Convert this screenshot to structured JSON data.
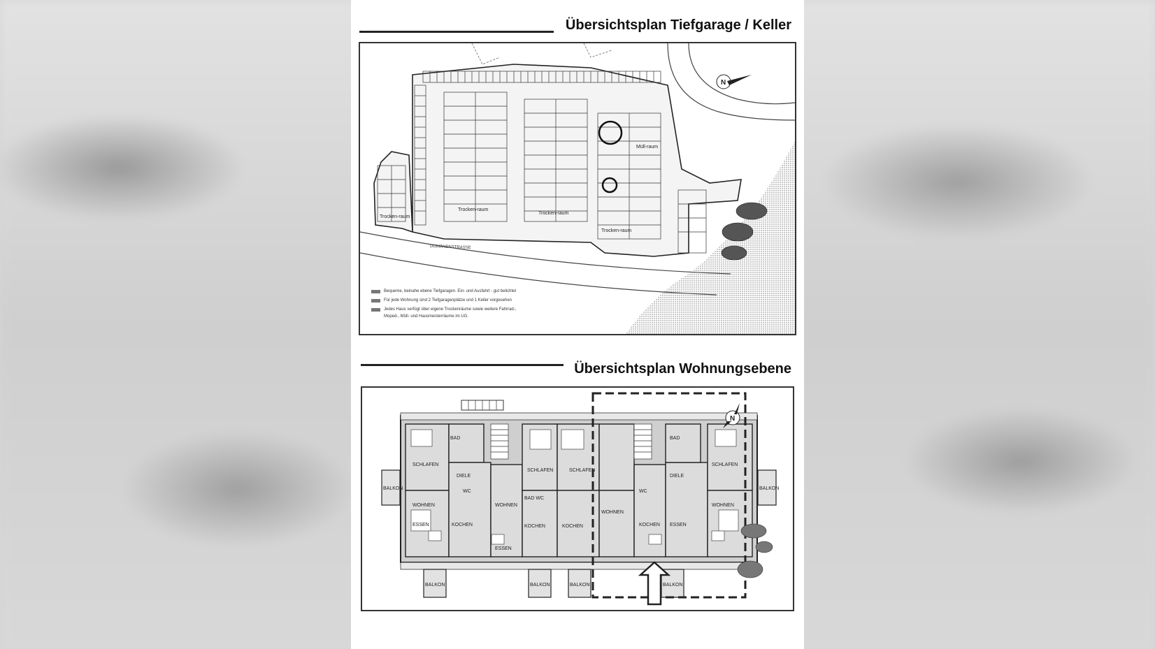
{
  "top_section": {
    "title": "Übersichtsplan Tiefgarage / Keller",
    "street": "DOMÄNENSTRASSE",
    "compass": "N",
    "labels": {
      "trocken_1": "Trocken-raum",
      "trocken_2": "Trocken-raum",
      "trocken_3": "Trocken-raum",
      "trocken_4": "Trocken-raum",
      "muell": "Müll-raum"
    },
    "legend": [
      "Bequeme, beinahe ebene Tiefgaragen. Ein- und Ausfahrt - gut belichtet",
      "Für jede Wohnung sind 2 Tiefgaragenplätze und 1 Keller vorgesehen",
      "Jedes Haus verfügt über eigene Trockenräume sowie weitere Fahrrad-,"
    ],
    "legend_continuation": "Moped-, Müll- und Hausmeisterräume im UG."
  },
  "bottom_section": {
    "title": "Übersichtsplan Wohnungsebene",
    "compass": "N",
    "rooms": {
      "schlafen": "SCHLAFEN",
      "bad": "BAD",
      "diele": "DIELE",
      "wc": "WC",
      "bad_wc": "BAD WC",
      "wohnen": "WOHNEN",
      "essen": "ESSEN",
      "kochen": "KOCHEN",
      "balkon": "BALKON"
    }
  }
}
